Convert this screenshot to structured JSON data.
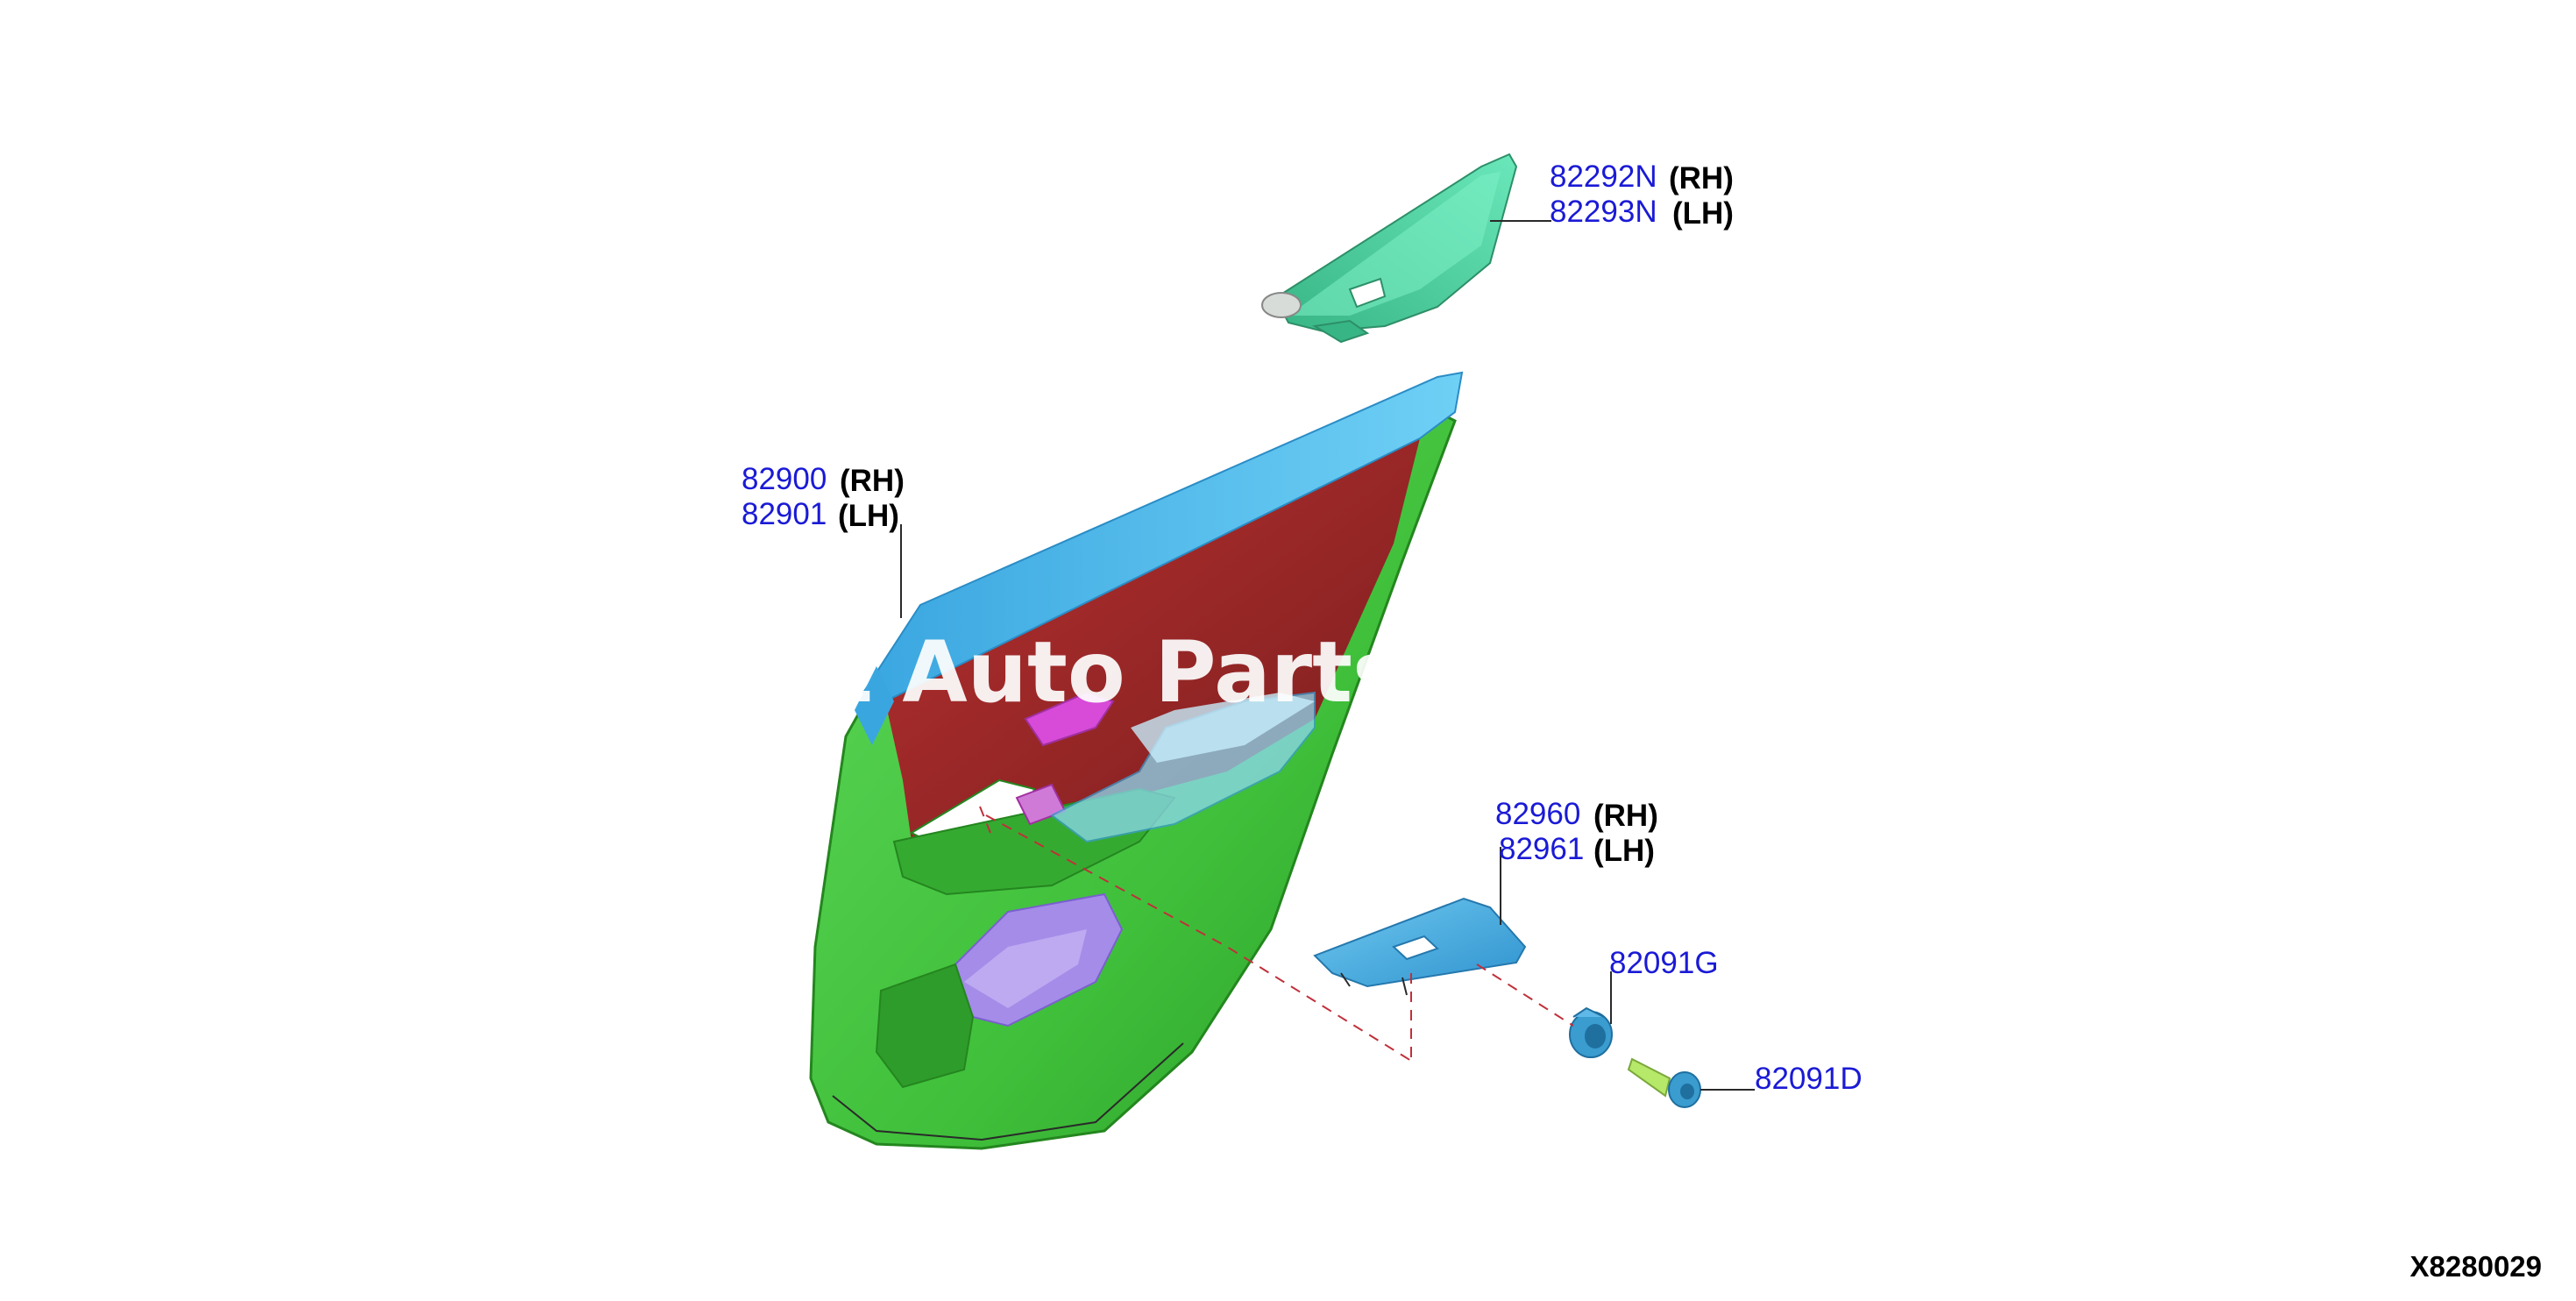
{
  "callouts": [
    {
      "id": "trim-finisher",
      "part_number": "82292N",
      "side": "(RH)"
    },
    {
      "id": "trim-finisher-lh",
      "part_number": "82293N",
      "side": "(LH)"
    },
    {
      "id": "door-trim",
      "part_number": "82900",
      "side": "(RH)"
    },
    {
      "id": "door-trim-lh",
      "part_number": "82901",
      "side": "(LH)"
    },
    {
      "id": "switch-panel",
      "part_number": "82960",
      "side": "(RH)"
    },
    {
      "id": "switch-panel-lh",
      "part_number": "82961",
      "side": "(LH)"
    },
    {
      "id": "grommet",
      "part_number": "82091G",
      "side": ""
    },
    {
      "id": "screw",
      "part_number": "82091D",
      "side": ""
    }
  ],
  "watermark": "t Auto Parts",
  "figure_id": "X8280029",
  "colors": {
    "part_number": "#1a1ad6",
    "door_green": "#3fbf3a",
    "armrest_blue": "#4fb8e8",
    "inner_red": "#9b2a2a",
    "finisher_teal": "#4fd3a0",
    "pocket_purple": "#a58ce8",
    "handle_magenta": "#d84ad8",
    "leader_dash": "#c0303a"
  }
}
